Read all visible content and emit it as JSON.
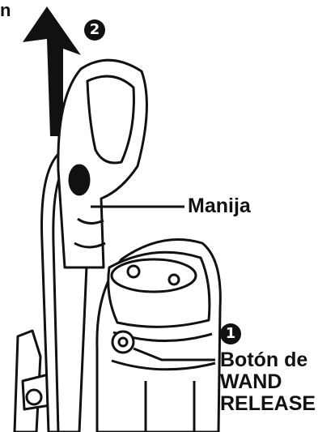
{
  "corner_text": "n",
  "steps": {
    "one": "1",
    "two": "2"
  },
  "callouts": {
    "handle": "Manija",
    "release_line1": "Botón de",
    "release_line2": "WAND",
    "release_line3": "RELEASE"
  },
  "colors": {
    "ink": "#111111",
    "paper": "#ffffff"
  }
}
